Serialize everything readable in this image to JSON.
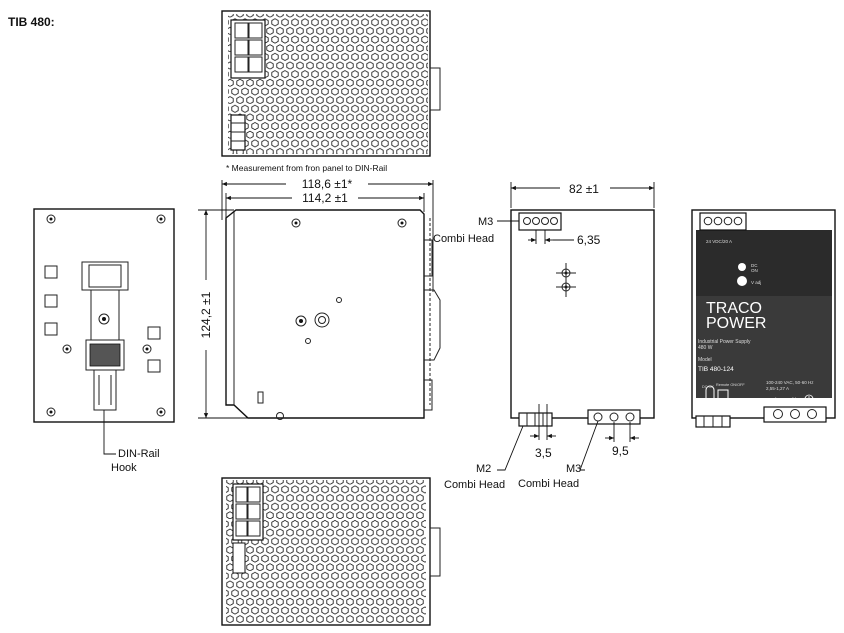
{
  "title": "TIB 480:",
  "note": "* Measurement from fron panel to DIN-Rail",
  "dimensions": {
    "depth_total": "118,6 ±1*",
    "depth_body": "114,2 ±1",
    "height": "124,2 ±1",
    "width": "82 ±1",
    "pitch_top": "6,35",
    "pitch_bottom_left": "3,5",
    "pitch_bottom_right": "9,5"
  },
  "labels": {
    "din_rail": "DIN-Rail",
    "hook": "Hook",
    "m3_top": "M3",
    "combi_head_top": "Combi Head",
    "m2": "M2",
    "combi_head_m2": "Combi Head",
    "m3_bottom": "M3",
    "combi_head_m3": "Combi Head"
  },
  "front_panel": {
    "output_label": "24 VDC/20 A",
    "led_label_1": "DC",
    "led_label_2": "ON",
    "adj_label": "V adj",
    "brand_line_1": "TRACO",
    "brand_line_2": "POWER",
    "product_line_1": "Industrial Power Supply",
    "product_line_2": "480 W",
    "model_label": "Model",
    "model": "TIB 480-124",
    "input_line_1": "100-240 VAC, 50-60 Hz",
    "input_line_2": "2,55-1,27 A",
    "signal_1": "DC OK",
    "signal_2": "Remote ON/OFF",
    "terminal_L": "L",
    "terminal_N": "N"
  },
  "colors": {
    "panel_dark": "#2b2b2b",
    "ink": "#111111"
  }
}
